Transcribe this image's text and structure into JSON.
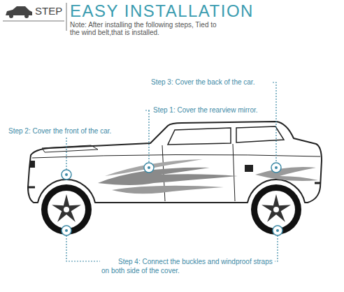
{
  "diagram": {
    "title": "EASY INSTALLATION",
    "labels": [
      "STEP",
      "Note: After installing the following steps, Tied to the wind belt,that is installed.",
      "Step 3: Cover the back of the car.",
      "Step 1: Cover the rearview mirror.",
      "Step 2: Cover the front of the car.",
      "Step 4: Connect the buckles and windproof straps on both side of the cover."
    ]
  }
}
